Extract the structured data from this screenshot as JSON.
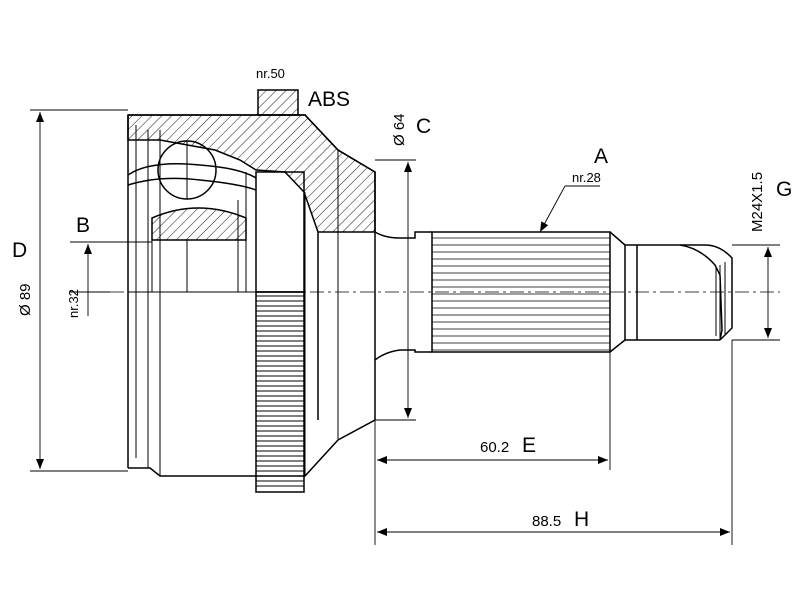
{
  "labels": {
    "abs": "ABS",
    "abs_count": "nr.50",
    "A": "A",
    "A_count": "nr.28",
    "B": "B",
    "B_count": "nr.32",
    "C": "C",
    "C_value": "Ø 64",
    "D": "D",
    "D_value": "Ø 89",
    "E": "E",
    "E_value": "60.2",
    "G": "G",
    "G_value": "M24X1.5",
    "H": "H",
    "H_value": "88.5"
  }
}
